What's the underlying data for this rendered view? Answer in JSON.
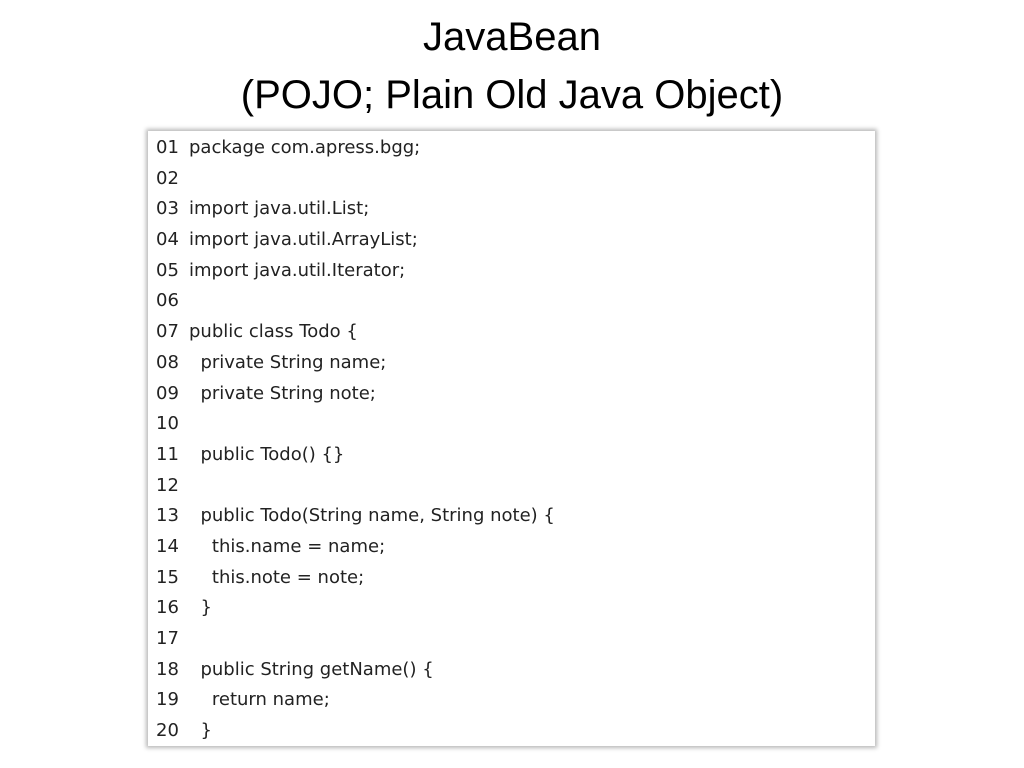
{
  "slide": {
    "title_line1": "JavaBean",
    "title_line2": "(POJO; Plain Old Java Object)"
  },
  "code": {
    "lines": [
      {
        "num": "01",
        "text": "package com.apress.bgg;"
      },
      {
        "num": "02",
        "text": ""
      },
      {
        "num": "03",
        "text": "import java.util.List;"
      },
      {
        "num": "04",
        "text": "import java.util.ArrayList;"
      },
      {
        "num": "05",
        "text": "import java.util.Iterator;"
      },
      {
        "num": "06",
        "text": ""
      },
      {
        "num": "07",
        "text": "public class Todo {"
      },
      {
        "num": "08",
        "text": "  private String name;"
      },
      {
        "num": "09",
        "text": "  private String note;"
      },
      {
        "num": "10",
        "text": ""
      },
      {
        "num": "11",
        "text": "  public Todo() {}"
      },
      {
        "num": "12",
        "text": ""
      },
      {
        "num": "13",
        "text": "  public Todo(String name, String note) {"
      },
      {
        "num": "14",
        "text": "    this.name = name;"
      },
      {
        "num": "15",
        "text": "    this.note = note;"
      },
      {
        "num": "16",
        "text": "  }"
      },
      {
        "num": "17",
        "text": ""
      },
      {
        "num": "18",
        "text": "  public String getName() {"
      },
      {
        "num": "19",
        "text": "    return name;"
      },
      {
        "num": "20",
        "text": "  }"
      }
    ]
  }
}
